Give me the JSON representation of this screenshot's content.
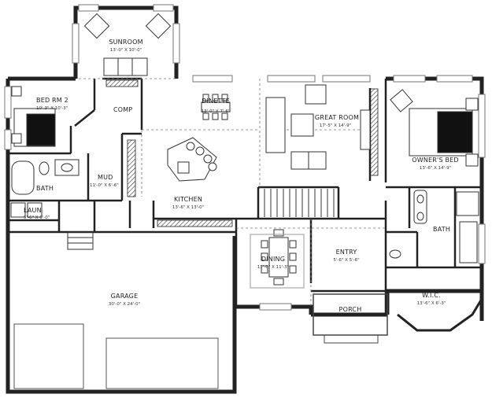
{
  "rooms": {
    "sunroom": {
      "name": "SUNROOM",
      "dims": "13'-0\" X 10'-0\""
    },
    "bedrm2": {
      "name": "BED RM 2",
      "dims": "10'-3\" X 10'-3\""
    },
    "comp": {
      "name": "COMP",
      "dims": ""
    },
    "dinette": {
      "name": "DINETTE",
      "dims": "13'-0\" X 7'-6\""
    },
    "greatroom": {
      "name": "GREAT ROOM",
      "dims": "17'-5\" X 14'-9\""
    },
    "ownersbed": {
      "name": "OWNER'S BED",
      "dims": "13'-6\" X 14'-9\""
    },
    "bath1": {
      "name": "BATH",
      "dims": ""
    },
    "mud": {
      "name": "MUD",
      "dims": "11'-0\" X 6'-6\""
    },
    "kitchen": {
      "name": "KITCHEN",
      "dims": "13'-6\" X 13'-0\""
    },
    "laun": {
      "name": "LAUN",
      "dims": "5'-6\" X 6'-0\""
    },
    "bath2": {
      "name": "BATH",
      "dims": ""
    },
    "dining": {
      "name": "DINING",
      "dims": "11'-0\" X 11'-3\""
    },
    "entry": {
      "name": "ENTRY",
      "dims": "5'-6\" X 5'-6\""
    },
    "garage": {
      "name": "GARAGE",
      "dims": "30'-0\" X 24'-0\""
    },
    "wic": {
      "name": "W.I.C.",
      "dims": "13'-6\" X 6'-3\""
    },
    "porch": {
      "name": "PORCH",
      "dims": ""
    }
  },
  "colors": {
    "wall": "#222222",
    "line": "#444444",
    "window": "#bbbbbb"
  }
}
